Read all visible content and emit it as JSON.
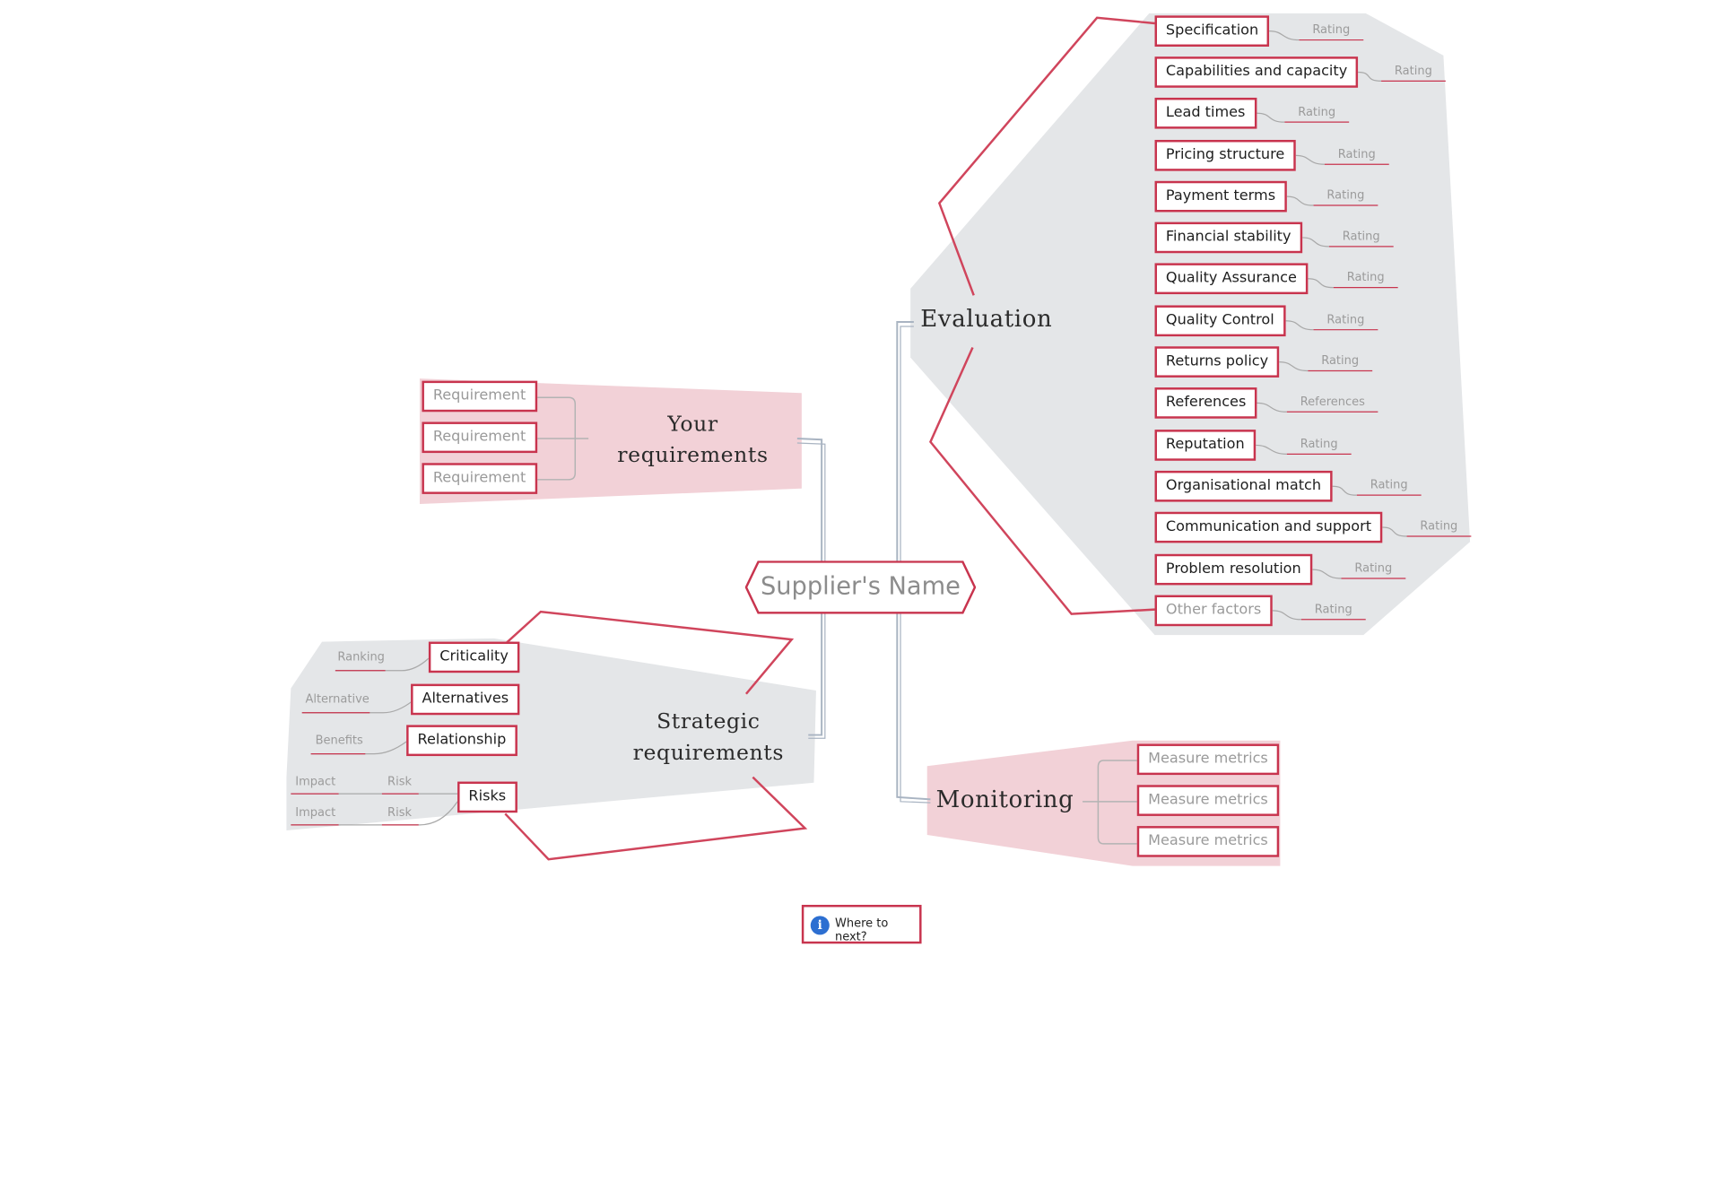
{
  "central": {
    "label": "Supplier's Name"
  },
  "evaluation": {
    "label": "Evaluation",
    "items": [
      {
        "label": "Specification",
        "sub": "Rating"
      },
      {
        "label": "Capabilities and capacity",
        "sub": "Rating"
      },
      {
        "label": "Lead times",
        "sub": "Rating"
      },
      {
        "label": "Pricing structure",
        "sub": "Rating"
      },
      {
        "label": "Payment terms",
        "sub": "Rating"
      },
      {
        "label": "Financial stability",
        "sub": "Rating"
      },
      {
        "label": "Quality Assurance",
        "sub": "Rating"
      },
      {
        "label": "Quality Control",
        "sub": "Rating"
      },
      {
        "label": "Returns policy",
        "sub": "Rating"
      },
      {
        "label": "References",
        "sub": "References"
      },
      {
        "label": "Reputation",
        "sub": "Rating"
      },
      {
        "label": "Organisational match",
        "sub": "Rating"
      },
      {
        "label": "Communication and support",
        "sub": "Rating"
      },
      {
        "label": "Problem resolution",
        "sub": "Rating"
      },
      {
        "label": "Other factors",
        "sub": "Rating"
      }
    ]
  },
  "your_requirements": {
    "label_line1": "Your",
    "label_line2": "requirements",
    "items": [
      "Requirement",
      "Requirement",
      "Requirement"
    ]
  },
  "strategic": {
    "label_line1": "Strategic",
    "label_line2": "requirements",
    "criticality": {
      "label": "Criticality",
      "sub": "Ranking"
    },
    "alternatives": {
      "label": "Alternatives",
      "sub": "Alternative"
    },
    "relationship": {
      "label": "Relationship",
      "sub": "Benefits"
    },
    "risks": {
      "label": "Risks",
      "rows": [
        {
          "risk": "Risk",
          "impact": "Impact"
        },
        {
          "risk": "Risk",
          "impact": "Impact"
        }
      ]
    }
  },
  "monitoring": {
    "label": "Monitoring",
    "items": [
      "Measure metrics",
      "Measure metrics",
      "Measure metrics"
    ]
  },
  "navigation": {
    "where_next": "Where to next?",
    "icon": "info-icon"
  },
  "colors": {
    "accent": "#c8344e",
    "grey_zone": "#e4e6e8",
    "pink_zone": "#f2d1d7",
    "connector": "#a9b4c2"
  }
}
